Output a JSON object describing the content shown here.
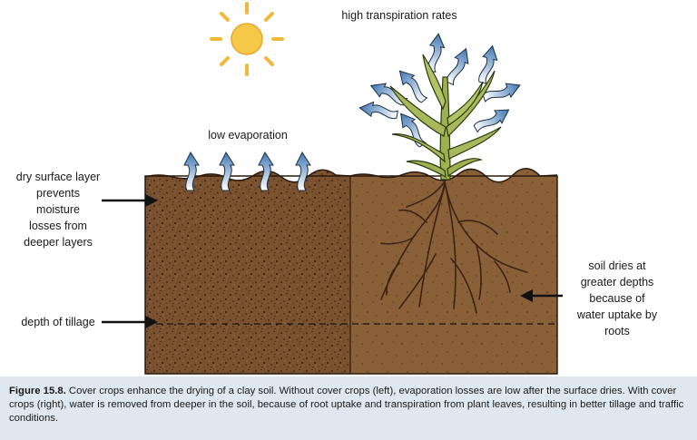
{
  "labels": {
    "high_transpiration": "high transpiration rates",
    "low_evaporation": "low evaporation",
    "dry_surface": [
      "dry surface layer",
      "prevents",
      "moisture",
      "losses from",
      "deeper layers"
    ],
    "depth_of_tillage": "depth of tillage",
    "soil_dries": [
      "soil dries at",
      "greater depths",
      "because of",
      "water uptake by",
      "roots"
    ]
  },
  "caption": {
    "figure_label": "Figure 15.8.",
    "text": " Cover crops enhance the drying of a clay soil. Without cover crops (left), evaporation losses are low after the surface dries. With cover crops (right), water is removed from deeper in the soil, because of root uptake and transpiration from plant leaves, resulting in better tillage and traffic conditions."
  },
  "colors": {
    "soil_left": "#7a5230",
    "soil_right": "#8a6038",
    "sun": "#f5c84a",
    "arrow_blue": "#4a7fb5",
    "leaf_green": "#a8b85a",
    "caption_bg": "#dfe8ef"
  }
}
